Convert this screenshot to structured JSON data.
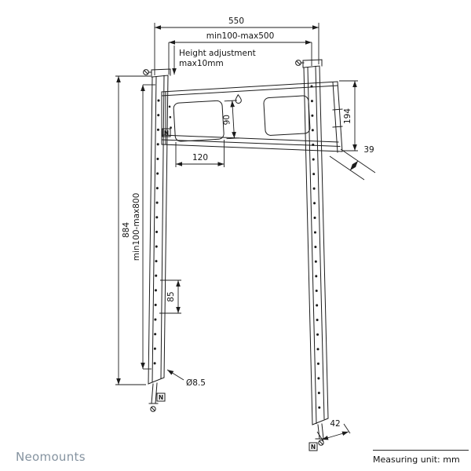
{
  "footer": {
    "brand": "Neomounts",
    "measuring_unit": "Measuring unit: mm"
  },
  "brand_mark": "N",
  "dims": {
    "top_width": "550",
    "vesa_width_range": "min100-max500",
    "height_adjustment_line1": "Height adjustment",
    "height_adjustment_line2": "max10mm",
    "plate_hole_height": "90",
    "plate_hole_width": "120",
    "bracket_end_height": "194",
    "profile_depth": "39",
    "rail_length": "884",
    "vesa_height_range": "min100-max800",
    "hole_pitch": "85",
    "hole_diameter": "Ø8.5",
    "foot_length": "42"
  }
}
